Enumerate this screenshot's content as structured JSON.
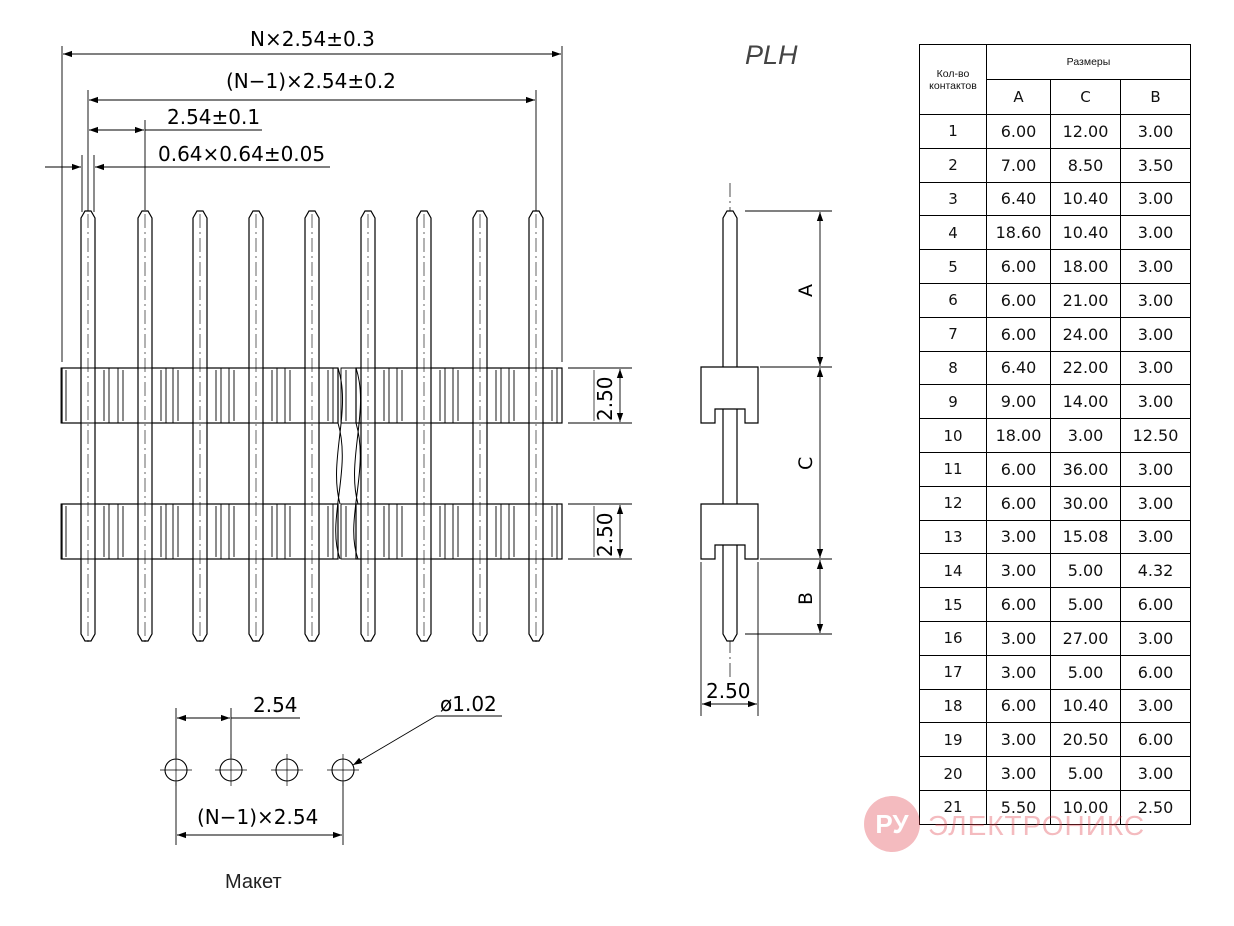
{
  "product_title": "PLH",
  "caption": "Макет",
  "front_view": {
    "dim_total": "N×2.54±0.3",
    "dim_span": "(N−1)×2.54±0.2",
    "dim_pitch": "2.54±0.1",
    "dim_pin": "0.64×0.64±0.05",
    "dim_body_upper": "2.50",
    "dim_body_lower": "2.50"
  },
  "side_view": {
    "label_a": "A",
    "label_c": "C",
    "label_b": "B",
    "dim_width": "2.50"
  },
  "footprint": {
    "dim_pitch": "2.54",
    "dim_hole": "ø1.02",
    "dim_span": "(N−1)×2.54"
  },
  "table": {
    "count_header": "Кол-во контактов",
    "sizes_header": "Размеры",
    "col_a": "A",
    "col_c": "C",
    "col_b": "B",
    "rows": [
      {
        "n": "1",
        "a": "6.00",
        "c": "12.00",
        "b": "3.00"
      },
      {
        "n": "2",
        "a": "7.00",
        "c": "8.50",
        "b": "3.50"
      },
      {
        "n": "3",
        "a": "6.40",
        "c": "10.40",
        "b": "3.00"
      },
      {
        "n": "4",
        "a": "18.60",
        "c": "10.40",
        "b": "3.00"
      },
      {
        "n": "5",
        "a": "6.00",
        "c": "18.00",
        "b": "3.00"
      },
      {
        "n": "6",
        "a": "6.00",
        "c": "21.00",
        "b": "3.00"
      },
      {
        "n": "7",
        "a": "6.00",
        "c": "24.00",
        "b": "3.00"
      },
      {
        "n": "8",
        "a": "6.40",
        "c": "22.00",
        "b": "3.00"
      },
      {
        "n": "9",
        "a": "9.00",
        "c": "14.00",
        "b": "3.00"
      },
      {
        "n": "10",
        "a": "18.00",
        "c": "3.00",
        "b": "12.50"
      },
      {
        "n": "11",
        "a": "6.00",
        "c": "36.00",
        "b": "3.00"
      },
      {
        "n": "12",
        "a": "6.00",
        "c": "30.00",
        "b": "3.00"
      },
      {
        "n": "13",
        "a": "3.00",
        "c": "15.08",
        "b": "3.00"
      },
      {
        "n": "14",
        "a": "3.00",
        "c": "5.00",
        "b": "4.32"
      },
      {
        "n": "15",
        "a": "6.00",
        "c": "5.00",
        "b": "6.00"
      },
      {
        "n": "16",
        "a": "3.00",
        "c": "27.00",
        "b": "3.00"
      },
      {
        "n": "17",
        "a": "3.00",
        "c": "5.00",
        "b": "6.00"
      },
      {
        "n": "18",
        "a": "6.00",
        "c": "10.40",
        "b": "3.00"
      },
      {
        "n": "19",
        "a": "3.00",
        "c": "20.50",
        "b": "6.00"
      },
      {
        "n": "20",
        "a": "3.00",
        "c": "5.00",
        "b": "3.00"
      },
      {
        "n": "21",
        "a": "5.50",
        "c": "10.00",
        "b": "2.50"
      }
    ]
  },
  "watermark": {
    "badge": "РУ",
    "text": "ЭЛЕКТРОНИКС",
    "color": "#e2404a"
  }
}
